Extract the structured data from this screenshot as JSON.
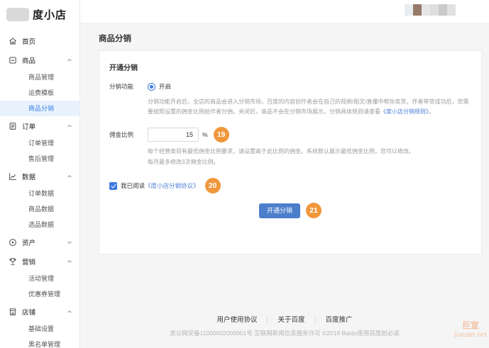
{
  "app": {
    "logo_text": "度小店"
  },
  "topbar": {
    "redacted_user_colors": [
      "#e7edf0",
      "#967969",
      "#e6e6e6",
      "#dedede",
      "#cacaca",
      "#e1e1e1"
    ]
  },
  "sidebar": {
    "items": [
      {
        "label": "首页",
        "icon": "home-icon"
      },
      {
        "label": "商品",
        "icon": "goods-icon",
        "expanded": true,
        "children": [
          {
            "label": "商品管理"
          },
          {
            "label": "运费模板"
          },
          {
            "label": "商品分销",
            "active": true
          }
        ]
      },
      {
        "label": "订单",
        "icon": "order-icon",
        "expanded": true,
        "children": [
          {
            "label": "订单管理"
          },
          {
            "label": "售后管理"
          }
        ]
      },
      {
        "label": "数据",
        "icon": "data-icon",
        "expanded": true,
        "children": [
          {
            "label": "订单数据"
          },
          {
            "label": "商品数据"
          },
          {
            "label": "选品数据"
          }
        ]
      },
      {
        "label": "资产",
        "icon": "asset-icon",
        "expanded": false,
        "children": []
      },
      {
        "label": "营销",
        "icon": "marketing-icon",
        "expanded": true,
        "children": [
          {
            "label": "活动管理"
          },
          {
            "label": "优惠券管理"
          }
        ]
      },
      {
        "label": "店铺",
        "icon": "shop-icon",
        "expanded": true,
        "children": [
          {
            "label": "基础设置"
          },
          {
            "label": "黑名单管理"
          }
        ]
      }
    ]
  },
  "page": {
    "title": "商品分销",
    "card": {
      "heading": "开通分销",
      "distribution_label": "分销功能",
      "radio_on_label": "开启",
      "desc_line1": "分销功能开启后，全店的商品会进入分销市场，百度的内容创作者会在自己的视频/图文/直播中帮你卖货，作者带货成功后，您需",
      "desc_line2": "要按照设置的佣金比例给作者分佣。关闭后，商品不会在分销市场展示。分销具体规则请查看",
      "desc_link": "《度小店分销规则》",
      "desc_after_link": "。",
      "commission_label": "佣金比例",
      "commission_value": "15",
      "commission_unit": "%",
      "commission_hint_line1": "每个经营类目有最低佣金比例要求，请设置高于此比例的佣金。系统默认展示最低佣金比例，您可以修改。",
      "commission_hint_line2": "每月最多修改3次佣金比例。",
      "agree_text": "我已阅读",
      "agree_link": "《度小店分销协议》",
      "submit_label": "开通分销",
      "badges": {
        "commission": "19",
        "agree": "20",
        "submit": "21"
      }
    }
  },
  "footer": {
    "links": [
      "用户使用协议",
      "关于百度",
      "百度推广"
    ],
    "icp": "京公网安备11000002000001号 互联网新闻信息服务许可 ©2018 Baidu使用百度前必读"
  },
  "watermark": {
    "line1": "巨宣",
    "line2": "juxuan.net"
  },
  "colors": {
    "accent_blue": "#3e7ae0",
    "button_blue": "#4b7ecb",
    "link_blue": "#4e81d8",
    "badge_orange": "#f0973c",
    "active_item_bg": "#e8f2fd"
  }
}
